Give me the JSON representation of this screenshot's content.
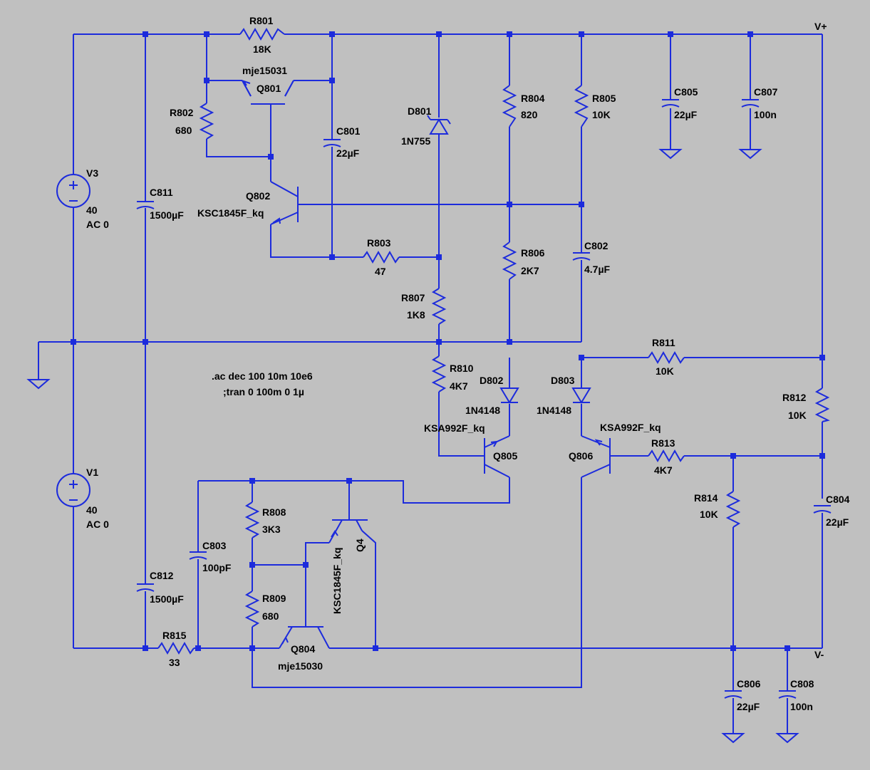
{
  "nets": {
    "vplus": "V+",
    "vminus": "V-"
  },
  "colors": {
    "wire": "#1c2bdc",
    "background": "#c0c0c0",
    "text": "#000000"
  },
  "directives": {
    "ac": ".ac dec 100 10m 10e6",
    "tran": ";tran 0 100m 0 1µ"
  },
  "components": {
    "r801": {
      "ref": "R801",
      "value": "18K"
    },
    "r802": {
      "ref": "R802",
      "value": "680"
    },
    "r803": {
      "ref": "R803",
      "value": "47"
    },
    "r804": {
      "ref": "R804",
      "value": "820"
    },
    "r805": {
      "ref": "R805",
      "value": "10K"
    },
    "r806": {
      "ref": "R806",
      "value": "2K7"
    },
    "r807": {
      "ref": "R807",
      "value": "1K8"
    },
    "r808": {
      "ref": "R808",
      "value": "3K3"
    },
    "r809": {
      "ref": "R809",
      "value": "680"
    },
    "r810": {
      "ref": "R810",
      "value": "4K7"
    },
    "r811": {
      "ref": "R811",
      "value": "10K"
    },
    "r812": {
      "ref": "R812",
      "value": "10K"
    },
    "r813": {
      "ref": "R813",
      "value": "4K7"
    },
    "r814": {
      "ref": "R814",
      "value": "10K"
    },
    "r815": {
      "ref": "R815",
      "value": "33"
    },
    "c801": {
      "ref": "C801",
      "value": "22µF"
    },
    "c802": {
      "ref": "C802",
      "value": "4.7µF"
    },
    "c803": {
      "ref": "C803",
      "value": "100pF"
    },
    "c804": {
      "ref": "C804",
      "value": "22µF"
    },
    "c805": {
      "ref": "C805",
      "value": "22µF"
    },
    "c806": {
      "ref": "C806",
      "value": "22µF"
    },
    "c807": {
      "ref": "C807",
      "value": "100n"
    },
    "c808": {
      "ref": "C808",
      "value": "100n"
    },
    "c811": {
      "ref": "C811",
      "value": "1500µF"
    },
    "c812": {
      "ref": "C812",
      "value": "1500µF"
    },
    "d801": {
      "ref": "D801",
      "value": "1N755"
    },
    "d802": {
      "ref": "D802",
      "value": "1N4148"
    },
    "d803": {
      "ref": "D803",
      "value": "1N4148"
    },
    "q801": {
      "ref": "Q801",
      "value": "mje15031"
    },
    "q802": {
      "ref": "Q802",
      "value": "KSC1845F_kq"
    },
    "q804": {
      "ref": "Q804",
      "value": "mje15030"
    },
    "q805": {
      "ref": "Q805",
      "value": "KSA992F_kq"
    },
    "q806": {
      "ref": "Q806",
      "value": "KSA992F_kq"
    },
    "q4": {
      "ref": "Q4",
      "value": "KSC1845F_kq"
    },
    "v3": {
      "ref": "V3",
      "value": "40",
      "value2": "AC 0"
    },
    "v1": {
      "ref": "V1",
      "value": "40",
      "value2": "AC 0"
    }
  }
}
